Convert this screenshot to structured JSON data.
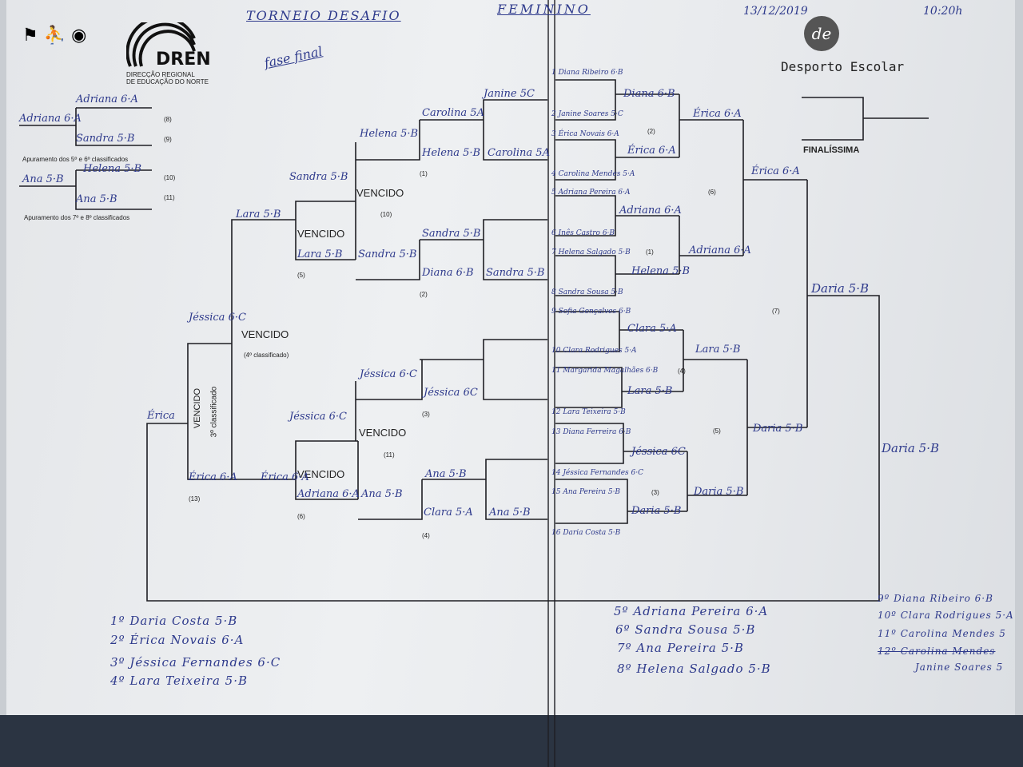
{
  "header": {
    "title": "TORNEIO DESAFIO",
    "gender": "FEMININO",
    "date": "13/12/2019",
    "time": "10:20h",
    "phase": "fase final"
  },
  "logos": {
    "dren_name": "DREN",
    "dren_sub1": "DIRECÇÃO REGIONAL",
    "dren_sub2": "DE EDUCAÇÃO DO NORTE",
    "de_mark": "de",
    "de_name": "Desporto Escolar"
  },
  "placement": {
    "p56_label": "Apuramento dos 5º e 6º classificados",
    "p56_top": "Adriana 6·A",
    "p56_bottom": "Sandra 5·B",
    "p56_winner": "Adriana 6·A",
    "p56_n1": "(8)",
    "p56_n2": "(9)",
    "p78_label": "Apuramento dos 7º e 8º classificados",
    "p78_top": "Helena 5·B",
    "p78_bottom": "Ana 5·B",
    "p78_winner": "Ana 5·B",
    "p78_n1": "(10)",
    "p78_n2": "(11)"
  },
  "slots": [
    "1 Diana Ribeiro 6·B",
    "2 Janine Soares 5·C",
    "3 Érica Novais 6·A",
    "4 Carolina Mendes 5·A",
    "5 Adriana Pereira 6·A",
    "6 Inês Castro 6·B",
    "7 Helena Salgado 5·B",
    "8 Sandra Sousa 5·B",
    "9 Sofia Gonçalves 6·B",
    "10 Clara Rodrigues 5·A",
    "11 Margarida Magalhães 6·B",
    "12 Lara Teixeira 5·B",
    "13 Diana Ferreira 6·B",
    "14 Jéssica Fernandes 6·C",
    "15 Ana Pereira 5·B",
    "16 Daria Costa 5·B"
  ],
  "winners_bracket": {
    "r1": [
      "Diana 6·B",
      "Érica 6·A",
      "Adriana 6·A",
      "Helena 5·B",
      "Clara 5·A",
      "Lara 5·B",
      "Jéssica 6C",
      "Daria 5·B"
    ],
    "r1_nums": [
      "(2)",
      "(1)",
      "(4)",
      "(3)"
    ],
    "r2": [
      "Érica 6·A",
      "Adriana 6·A",
      "Lara 5·B",
      "Daria 5·B"
    ],
    "r2_nums": [
      "(6)",
      "(5)"
    ],
    "r3": [
      "Érica 6·A",
      "Daria 5·B"
    ],
    "r3_num": "(7)",
    "r4": "Daria 5·B",
    "champion": "Daria 5·B",
    "final_label": "FINALÍSSIMA"
  },
  "losers_bracket": {
    "a": [
      "Carolina 5A",
      "Janine 5C",
      "Helena 5·B",
      "Carolina 5A"
    ],
    "a_num": "(1)",
    "b": [
      "Sandra 5·B",
      "Diana 6·B",
      "Sandra 5·B"
    ],
    "b_num": "(2)",
    "c": [
      "Jéssica 6C"
    ],
    "c_num": "(3)",
    "d": [
      "Ana 5·B",
      "Clara 5·A",
      "Ana 5·B"
    ],
    "d_num": "(4)",
    "r2": [
      "Helena 5·B",
      "Sandra 5·B",
      "Jéssica 6·C",
      "Ana 5·B"
    ],
    "r2_nums": [
      "(10)",
      "(11)"
    ],
    "r2_losers": [
      "Lara 5·B",
      "Adriana 6·A"
    ],
    "r2_nums_b": [
      "(5)",
      "(6)"
    ],
    "r3": [
      "Sandra 5·B",
      "Lara 5·B",
      "Jéssica 6·C",
      "Érica 6·A"
    ],
    "r3_nums": [
      "(4º classificado)",
      "(13)"
    ],
    "r4": [
      "Jéssica 6·C",
      "Érica 6·A"
    ],
    "r4_winner": "Érica",
    "vencido": "VENCIDO",
    "third": "3º classificado"
  },
  "results": {
    "col1": [
      "1º  Daria Costa 5·B",
      "2º  Érica Novais 6·A",
      "3º  Jéssica Fernandes 6·C",
      "4º  Lara Teixeira 5·B"
    ],
    "col2": [
      "5º  Adriana Pereira 6·A",
      "6º  Sandra Sousa 5·B",
      "7º  Ana Pereira 5·B",
      "8º  Helena Salgado 5·B"
    ],
    "col3": [
      "9º Diana Ribeiro 6·B",
      "10º Clara Rodrigues 5·A",
      "11º Carolina Mendes 5",
      "12º Carolina Mendes",
      "Janine Soares 5"
    ]
  }
}
